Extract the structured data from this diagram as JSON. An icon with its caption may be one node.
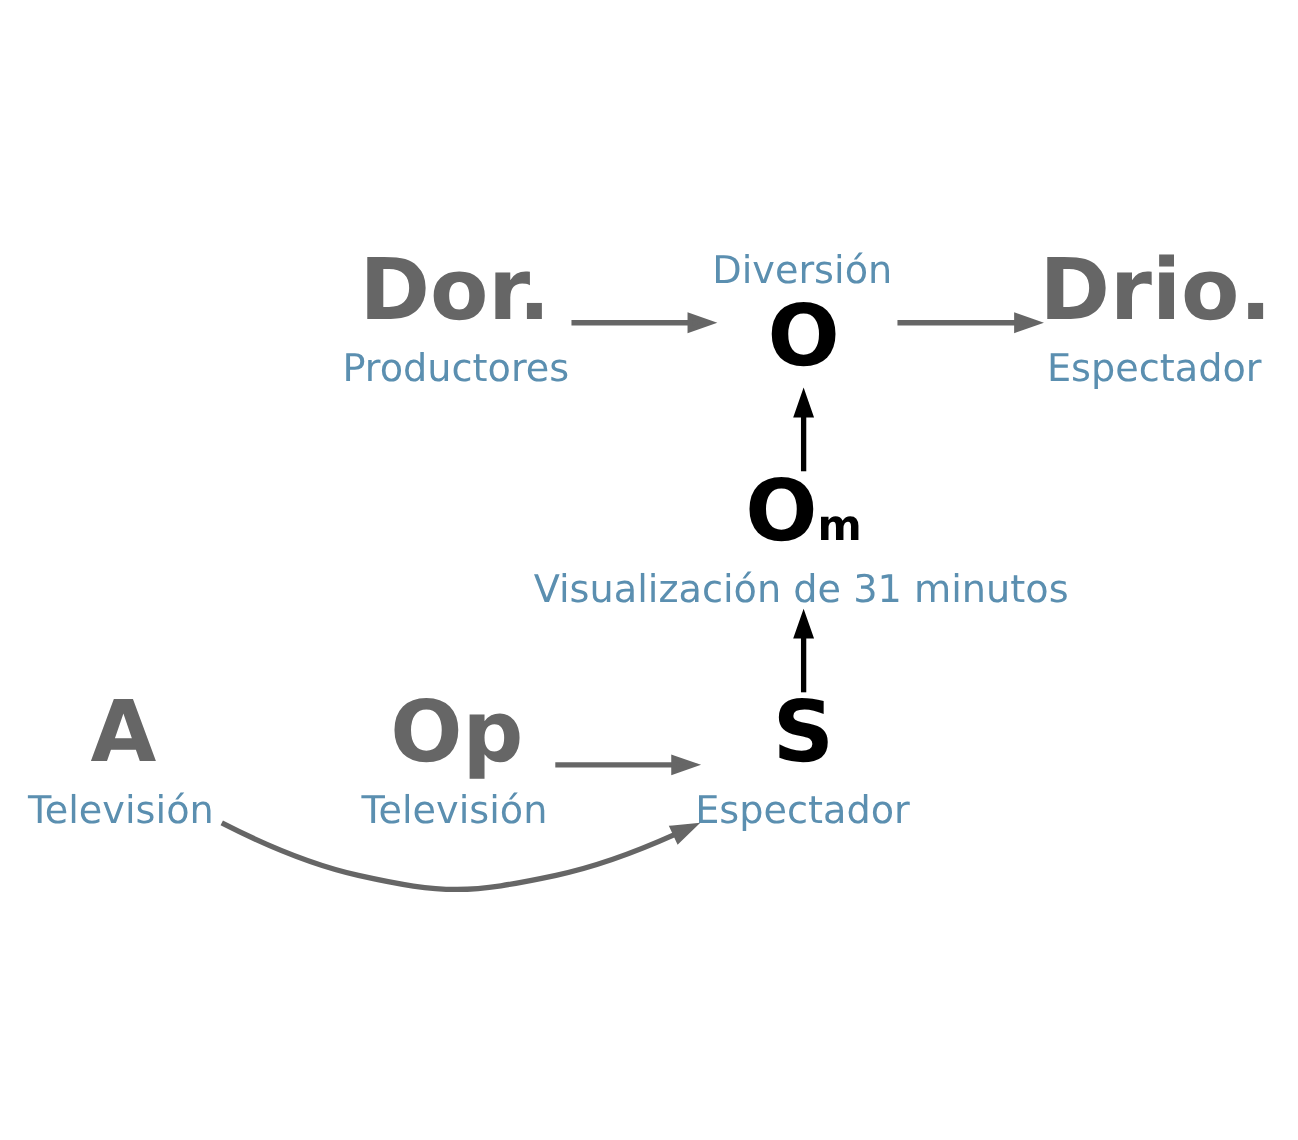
{
  "diagram": {
    "nodes": [
      {
        "text": [
          "Dor."
        ],
        "beside": [
          "Productores"
        ]
      },
      {
        "text": [
          "O"
        ],
        "beside": [
          "Diversión"
        ]
      },
      {
        "text": [
          "Drio."
        ],
        "beside": [
          "Espectador"
        ]
      },
      {
        "text": [
          "O$_{m}$"
        ],
        "beside": [
          "Visualización de 31 minutos"
        ]
      },
      {
        "text": [
          "A"
        ],
        "beside": [
          "Televisión"
        ]
      },
      {
        "text": [
          "S"
        ],
        "beside": [
          "Espectador"
        ]
      },
      {
        "text": [
          "Op"
        ],
        "beside": [
          "Televisión"
        ]
      }
    ],
    "edges": [
      {
        "from": 0,
        "to": 1,
        "arrow": "to",
        "color": "#666666"
      },
      {
        "from": 1,
        "to": 2,
        "arrow": "to",
        "color": "#666666"
      },
      {
        "from": 3,
        "to": 1,
        "arrow": "to",
        "color": "#000000"
      },
      {
        "from": 5,
        "to": 3,
        "arrow": "to",
        "color": "#000000"
      },
      {
        "from": 4,
        "to": 5,
        "arrow": "to",
        "color": "#666666"
      },
      {
        "from": 6,
        "to": 5,
        "arrow": "to",
        "color": "#666666"
      }
    ]
  }
}
